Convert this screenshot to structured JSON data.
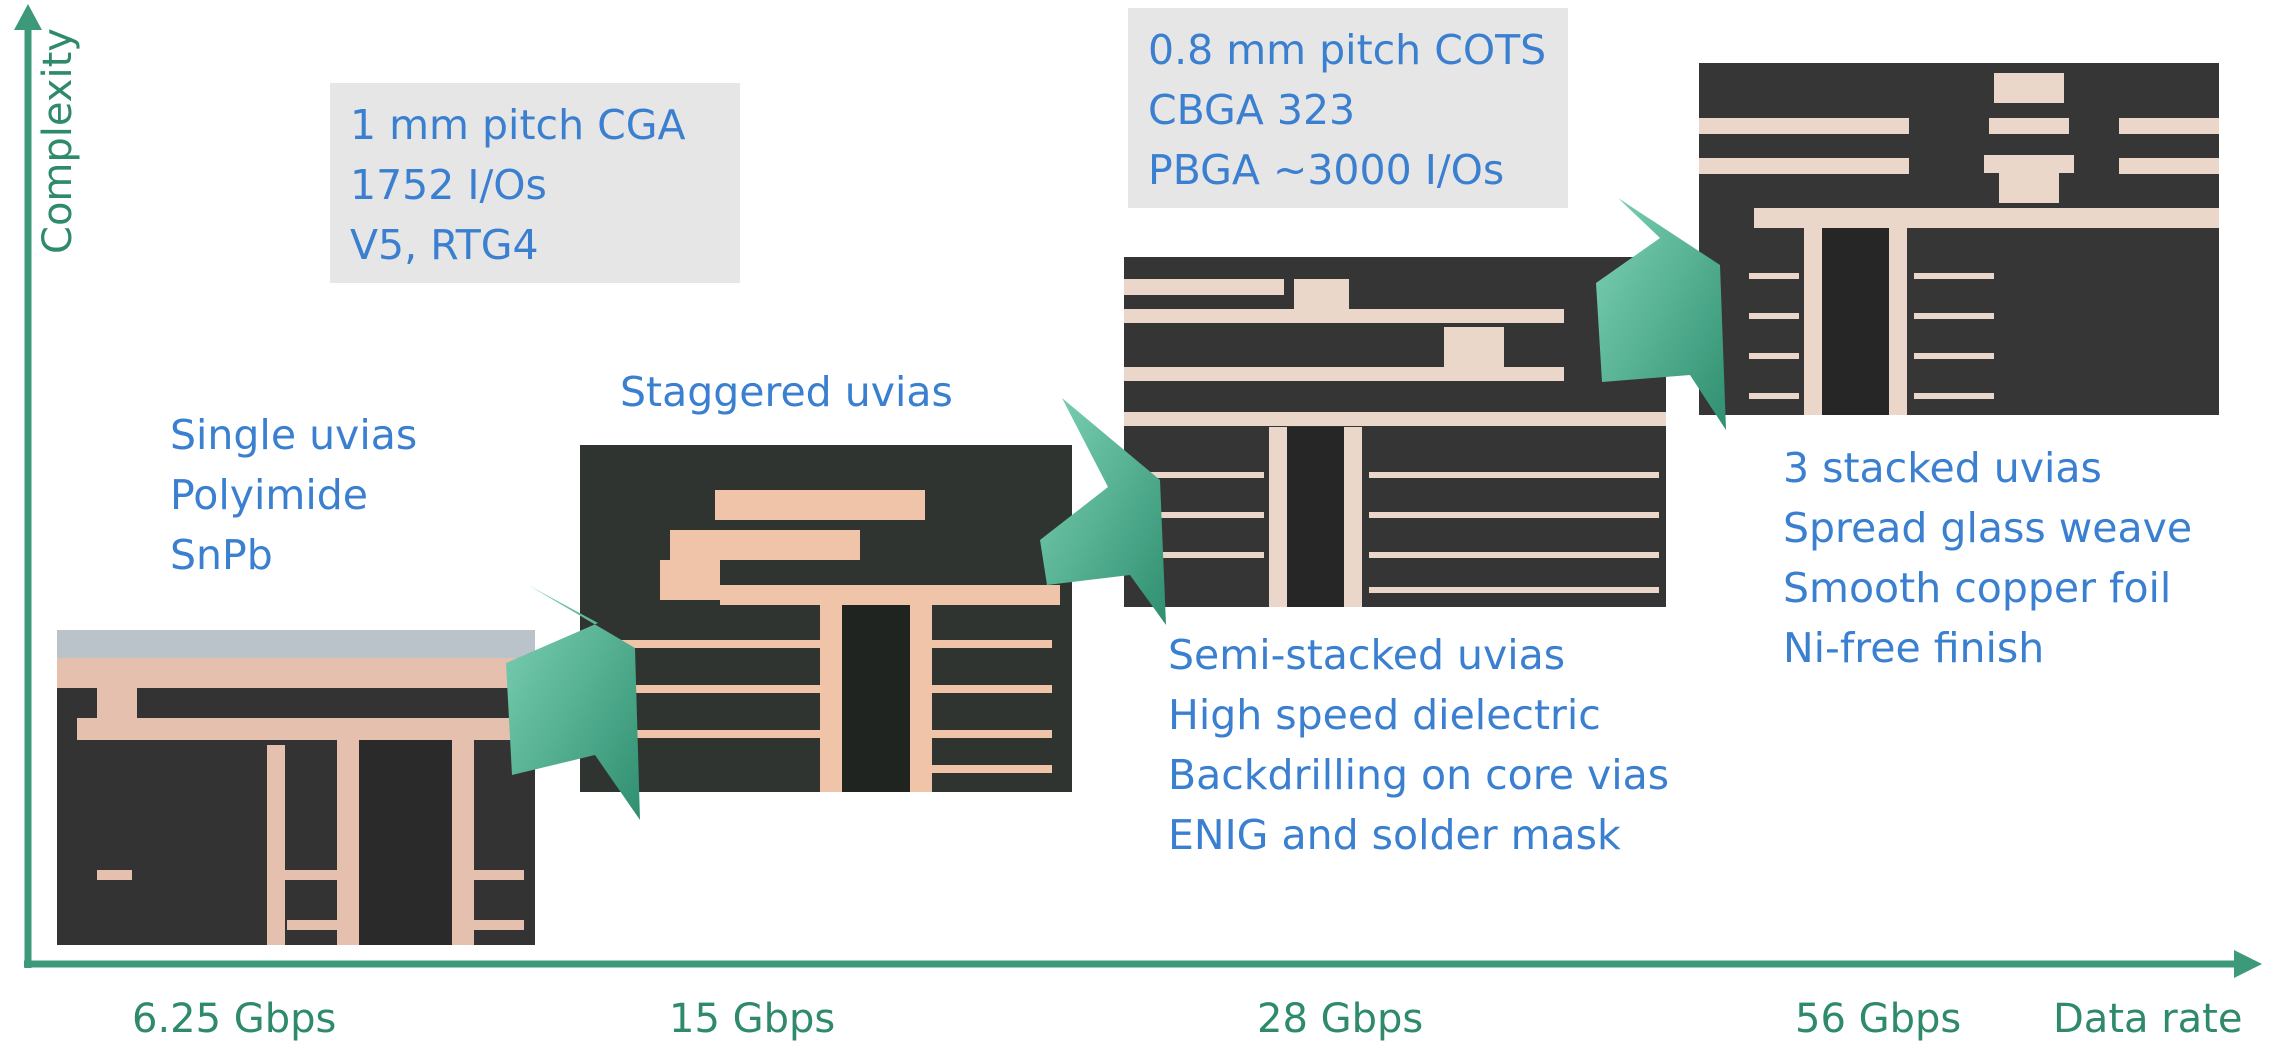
{
  "axes": {
    "y_label": "Complexity",
    "x_label": "Data rate",
    "ticks": [
      "6.25 Gbps",
      "15 Gbps",
      "28 Gbps",
      "56 Gbps"
    ]
  },
  "stages": [
    {
      "lines": [
        "Single uvias",
        "Polyimide",
        "SnPb"
      ],
      "microsection_icon": "cross-section-single-uvia"
    },
    {
      "lines": [
        "Staggered uvias"
      ],
      "microsection_icon": "cross-section-staggered-uvias"
    },
    {
      "lines": [
        "Semi-stacked uvias",
        "High speed dielectric",
        "Backdrilling on core vias",
        "ENIG and solder mask"
      ],
      "microsection_icon": "cross-section-semi-stacked-uvias"
    },
    {
      "lines": [
        "3 stacked uvias",
        "Spread glass weave",
        "Smooth copper foil",
        "Ni-free finish"
      ],
      "microsection_icon": "cross-section-3-stacked-uvias"
    }
  ],
  "package_boxes": [
    {
      "lines": [
        "1 mm pitch CGA",
        "1752 I/Os",
        "V5, RTG4"
      ]
    },
    {
      "lines": [
        "0.8 mm pitch COTS",
        "CBGA 323",
        "PBGA ~3000 I/Os"
      ]
    }
  ],
  "colors": {
    "axis": "#3c9a7a",
    "text_blue": "#3a7fd0",
    "arrow": "#3fae8c",
    "laminate": "#363636",
    "copper": "#f0c4a8"
  }
}
